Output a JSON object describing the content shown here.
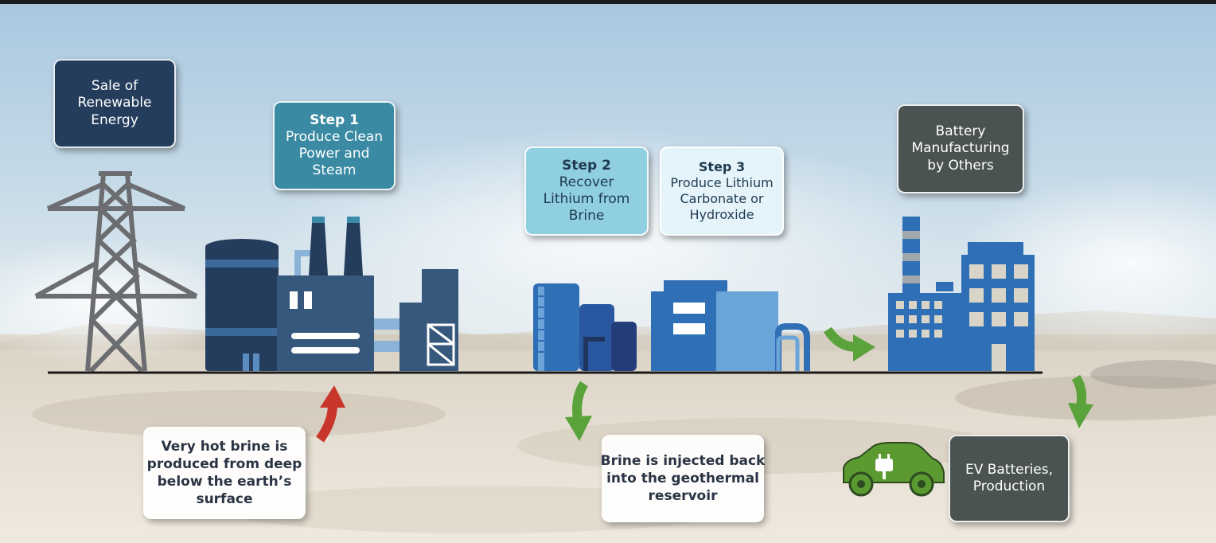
{
  "boxes": {
    "renewable": {
      "lines": [
        "Sale of",
        "Renewable",
        "Energy"
      ],
      "color": "#243d5c"
    },
    "step1": {
      "heading": "Step 1",
      "lines": [
        "Produce Clean",
        "Power and",
        "Steam"
      ],
      "color": "#3a8aa3"
    },
    "step2": {
      "heading": "Step 2",
      "lines": [
        "Recover",
        "Lithium from",
        "Brine"
      ],
      "color": "#8fcfe0"
    },
    "step3": {
      "heading": "Step 3",
      "lines": [
        "Produce Lithium",
        "Carbonate or",
        "Hydroxide"
      ],
      "color": "#e4f4fa"
    },
    "battery": {
      "lines": [
        "Battery",
        "Manufacturing",
        "by Others"
      ],
      "color": "#4a5352"
    },
    "ev": {
      "lines": [
        "EV Batteries,",
        "Production"
      ],
      "color": "#4a5352"
    }
  },
  "notes": {
    "hot_brine": {
      "lines": [
        "Very hot brine is",
        "produced from deep",
        "below the earth’s",
        "surface"
      ]
    },
    "injected": {
      "lines": [
        "Brine is injected back",
        "into the geothermal",
        "reservoir"
      ]
    }
  },
  "colors": {
    "dark_navy": "#243d5c",
    "steel_blue": "#3b5a80",
    "factory_blue": "#2f6fb5",
    "tower_gray": "#6b6d70",
    "arrow_green": "#5aa33a",
    "arrow_red": "#c8352a",
    "car_green": "#5a9a30"
  },
  "icons": [
    "transmission-tower-icon",
    "power-plant-icon",
    "extraction-tanks-icon",
    "processing-plant-icon",
    "battery-factory-icon",
    "electric-car-icon"
  ]
}
